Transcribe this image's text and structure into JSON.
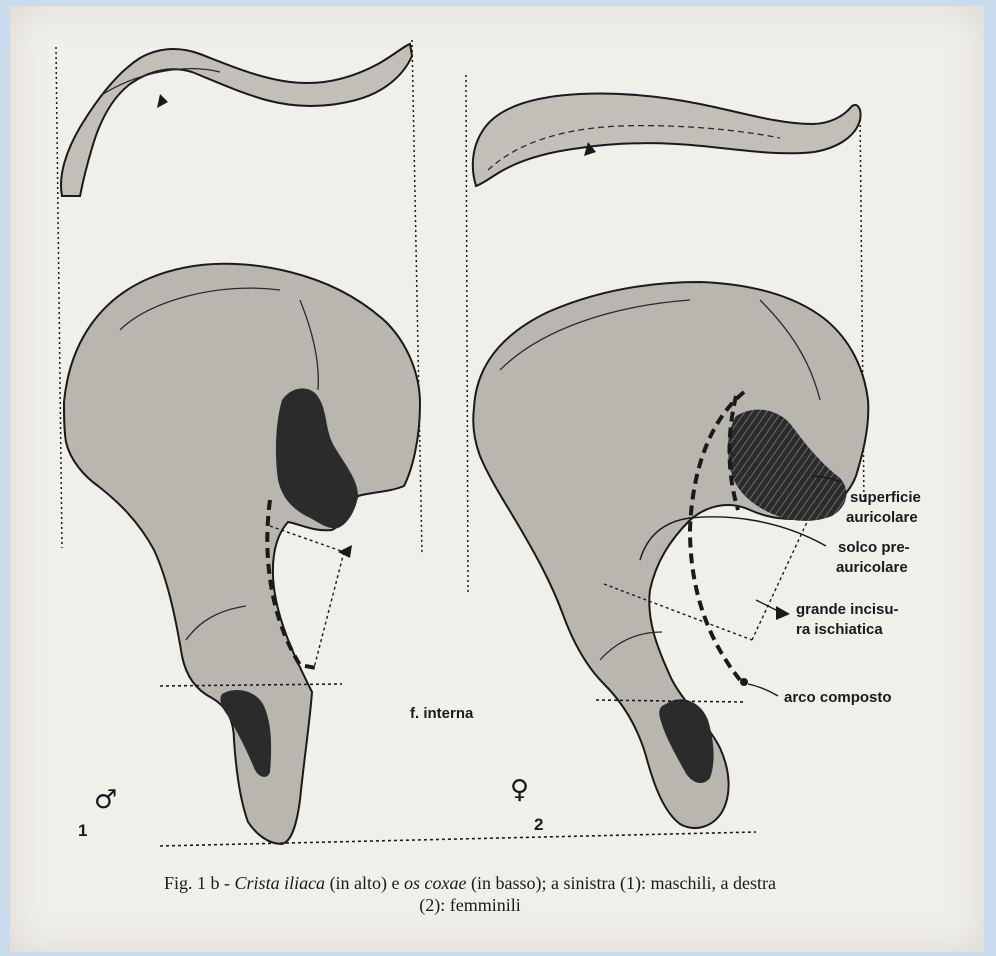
{
  "figure": {
    "labels": {
      "superficie_auricolare": [
        "superficie",
        "auricolare"
      ],
      "solco_preauricolare": [
        "solco pre-",
        "auricolare"
      ],
      "grande_incisura": [
        "grande incisu-",
        "ra ischiatica"
      ],
      "arco_composto": "arco composto",
      "f_interna": "f. interna"
    },
    "male": {
      "number": "1",
      "symbol": "♂"
    },
    "female": {
      "number": "2",
      "symbol": "♀"
    }
  },
  "caption": {
    "prefix": "Fig. 1 b - ",
    "italic1": "Crista iliaca",
    "mid1": " (in alto) e ",
    "italic2": "os coxae",
    "mid2": " (in basso); a sinistra (1): maschili, a destra",
    "line2": "(2):  femminili"
  }
}
